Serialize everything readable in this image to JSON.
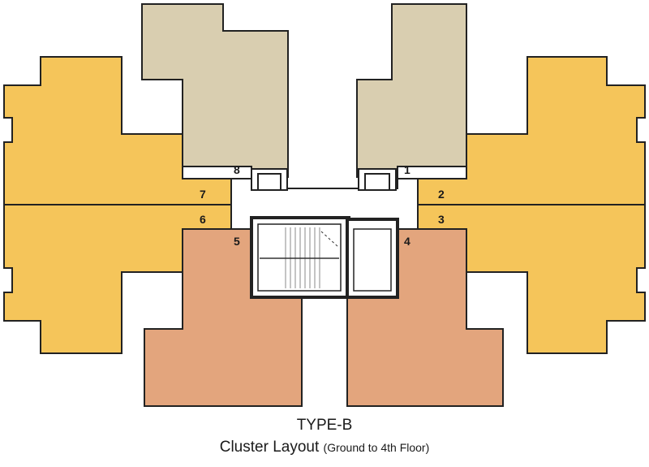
{
  "colors": {
    "yellow_unit": "#f5c55a",
    "beige_unit": "#d9ceb0",
    "orange_unit": "#e3a57d",
    "outline": "#222222",
    "core": "#ffffff"
  },
  "units": [
    {
      "number": "1",
      "color": "beige"
    },
    {
      "number": "2",
      "color": "yellow"
    },
    {
      "number": "3",
      "color": "yellow"
    },
    {
      "number": "4",
      "color": "orange"
    },
    {
      "number": "5",
      "color": "orange"
    },
    {
      "number": "6",
      "color": "yellow"
    },
    {
      "number": "7",
      "color": "yellow"
    },
    {
      "number": "8",
      "color": "beige"
    }
  ],
  "caption": {
    "title": "TYPE-B",
    "subtitle": "Cluster Layout",
    "note": "(Ground to 4th Floor)"
  }
}
